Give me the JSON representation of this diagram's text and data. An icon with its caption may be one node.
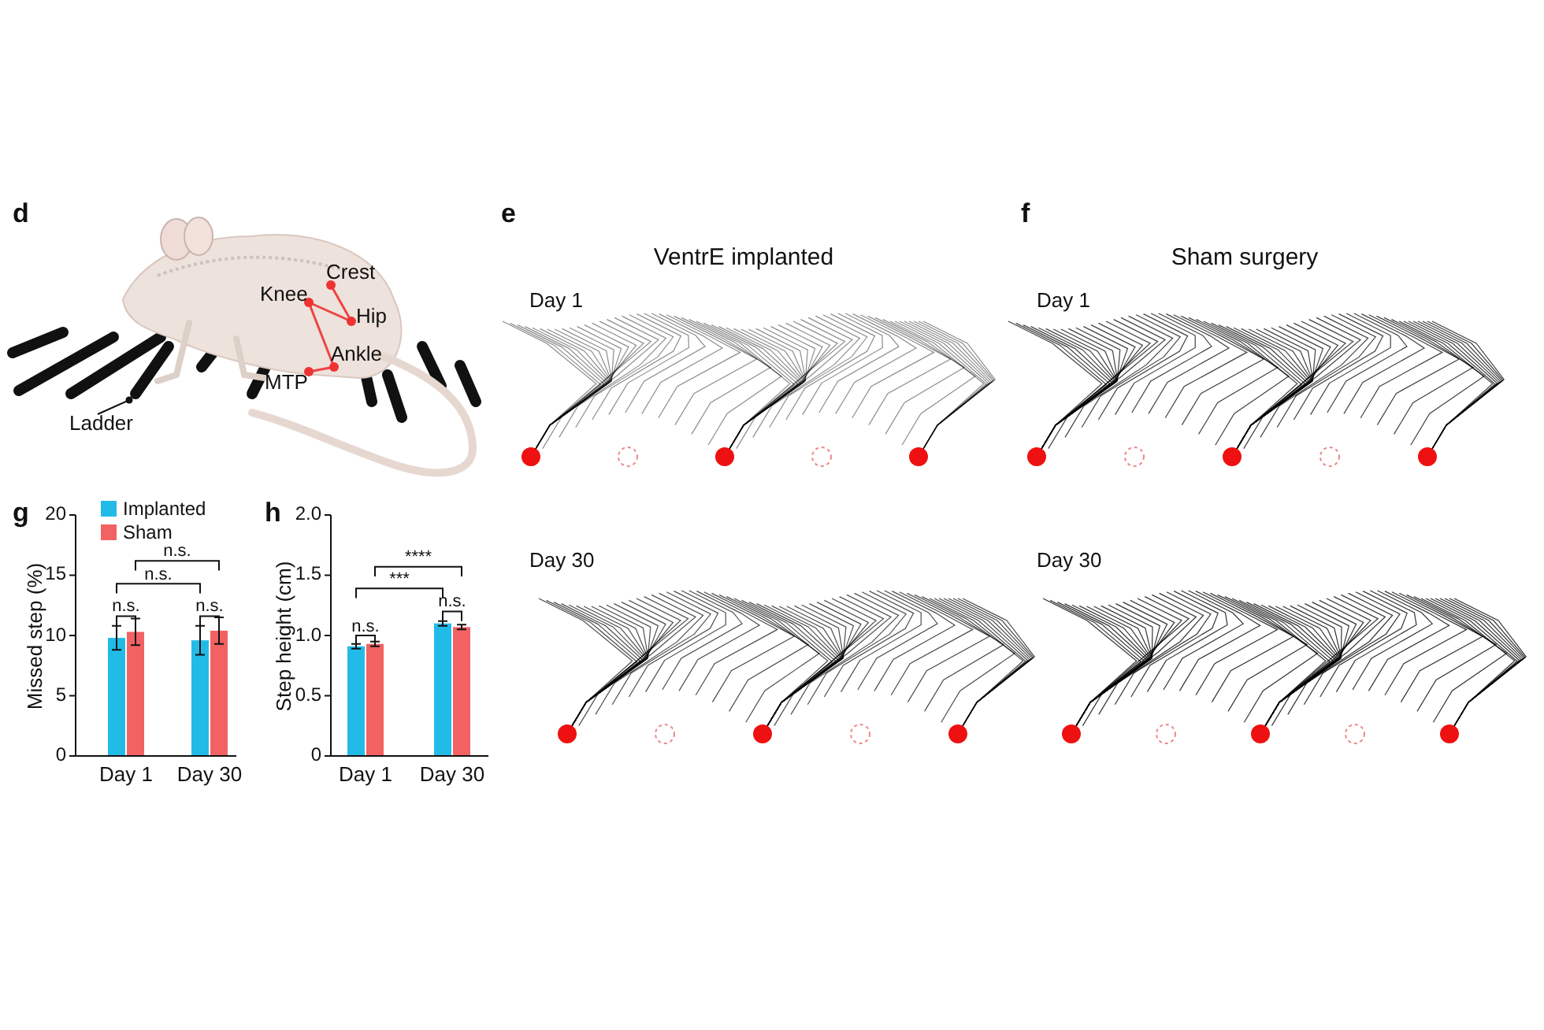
{
  "diagram": {
    "nodes": [
      {
        "text": [
          "Ladder"
        ]
      },
      {
        "text": [],
        "shape": "bar"
      }
    ],
    "edges": [
      {
        "from": 0,
        "to": 1,
        "arrow": "other"
      }
    ],
    "labels": [
      "d",
      "Crest",
      "Knee",
      "Hip",
      "Ankle",
      "MTP",
      "e",
      "VentrE implanted",
      "Day 1",
      "Day 30",
      "f",
      "Sham surgery",
      "Day 1",
      "Day 30",
      "g",
      "h"
    ],
    "chart_data": [
      {
        "type": "bar",
        "ylabel": "Missed step (%)",
        "categories": [
          "Day 1",
          "Day 30"
        ],
        "series": [
          {
            "color": "#22bbe8",
            "values": [
              9.8,
              9.6
            ]
          },
          {
            "color": "#f26262",
            "values": [
              10.3,
              10.4
            ]
          }
        ],
        "ylim": [
          0,
          20
        ],
        "yticks": [
          0,
          5,
          10,
          15,
          20
        ],
        "annotations": [
          {
            "text": "n.s."
          },
          {
            "text": "n.s."
          },
          {
            "text": "n.s."
          },
          {
            "text": "n.s."
          }
        ]
      },
      {
        "type": "bar",
        "ylabel": "Step height (cm)",
        "categories": [
          "Day 1",
          "Day 30"
        ],
        "series": [
          {
            "color": "#22bbe8",
            "values": [
              0.91,
              1.1
            ]
          },
          {
            "color": "#f26262",
            "values": [
              0.93,
              1.07
            ]
          }
        ],
        "ylim": [
          0,
          2
        ],
        "yticks": [
          0,
          {
            "value": 0.5,
            "label": "0.5"
          },
          {
            "value": 1,
            "label": "1.0"
          },
          {
            "value": 1.5,
            "label": "1.5"
          },
          {
            "value": 2,
            "label": "2.0"
          }
        ],
        "annotations": [
          {
            "text": "n.s."
          },
          {
            "text": "n.s."
          },
          {
            "text": "***"
          },
          {
            "text": "****"
          }
        ]
      }
    ],
    "legend": [
      {
        "text": "Implanted",
        "color": "#22bbe8"
      },
      {
        "text": "Sham",
        "color": "#f26262"
      }
    ]
  }
}
